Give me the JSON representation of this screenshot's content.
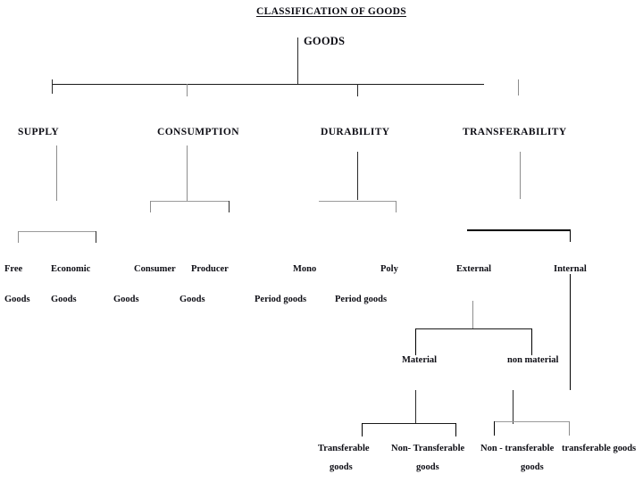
{
  "diagram": {
    "title": "CLASSIFICATION OF GOODS",
    "root": "GOODS",
    "categories": [
      {
        "label": "SUPPLY"
      },
      {
        "label": "CONSUMPTION"
      },
      {
        "label": "DURABILITY"
      },
      {
        "label": "TRANSFERABILITY"
      }
    ],
    "leaves": {
      "free_line1": "Free",
      "free_line2": "Goods",
      "economic_line1": "Economic",
      "economic_line2": "Goods",
      "consumer_line1": "Consumer",
      "consumer_line2": "Goods",
      "producer_line1": "Producer",
      "producer_line2": "Goods",
      "mono_line1": "Mono",
      "mono_line2": "Period goods",
      "poly_line1": "Poly",
      "poly_line2": "Period goods",
      "external": "External",
      "internal": "Internal"
    },
    "external_children": {
      "material": "Material",
      "non_material": "non material"
    },
    "bottom_leaves": {
      "material_transferable_line1": "Transferable",
      "material_transferable_line2": "goods",
      "material_non_transferable_line1": "Non- Transferable",
      "material_non_transferable_line2": "goods",
      "nonmaterial_non_transferable_line1": "Non - transferable",
      "nonmaterial_non_transferable_line2": "goods",
      "nonmaterial_transferable_line1": "transferable  goods"
    }
  }
}
